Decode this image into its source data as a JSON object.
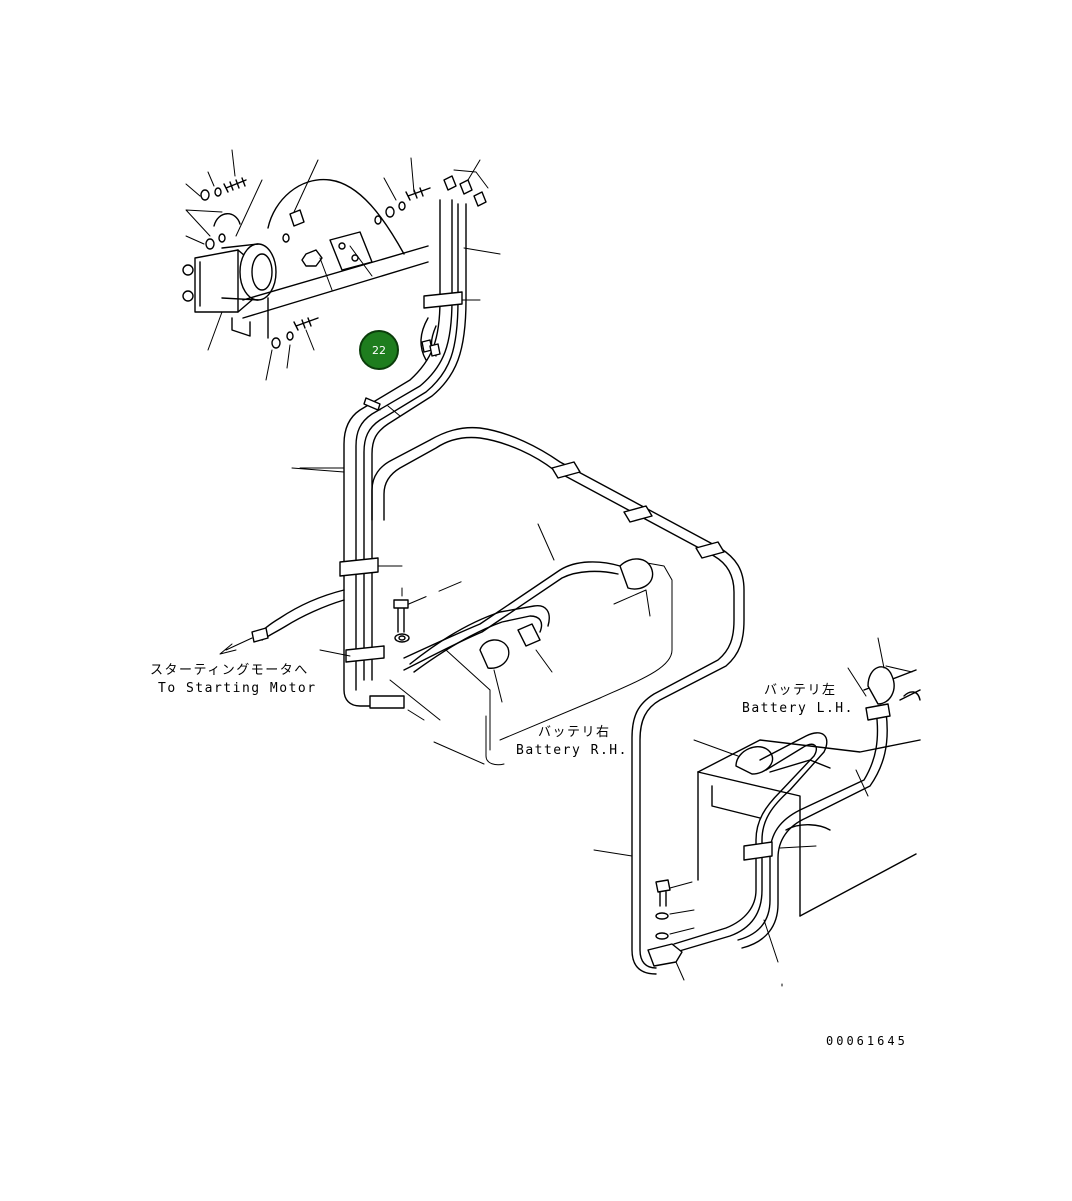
{
  "callout_badge": {
    "number": "22",
    "fill": "#1e7d1e",
    "ring": "#0b3d0b"
  },
  "labels": {
    "starting_motor_jp": "スターティングモータへ",
    "starting_motor_en": "To Starting Motor",
    "battery_rh_jp": "バッテリ右",
    "battery_rh_en": "Battery R.H.",
    "battery_lh_jp": "バッテリ左",
    "battery_lh_en": "Battery L.H."
  },
  "drawing_code": "00061645"
}
